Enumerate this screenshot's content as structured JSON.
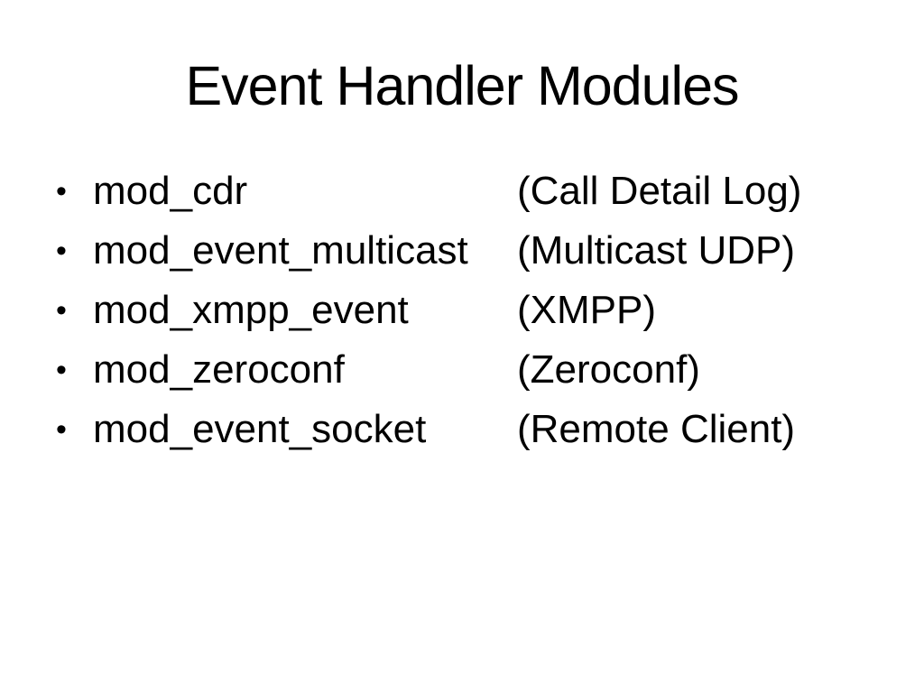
{
  "slide": {
    "title": "Event Handler Modules",
    "bullet_char": "•",
    "items": [
      {
        "module": "mod_cdr",
        "description": "(Call Detail Log)"
      },
      {
        "module": "mod_event_multicast",
        "description": "(Multicast UDP)"
      },
      {
        "module": "mod_xmpp_event",
        "description": "(XMPP)"
      },
      {
        "module": "mod_zeroconf",
        "description": "(Zeroconf)"
      },
      {
        "module": "mod_event_socket",
        "description": "(Remote Client)"
      }
    ],
    "colors": {
      "background": "#ffffff",
      "text": "#000000"
    }
  }
}
